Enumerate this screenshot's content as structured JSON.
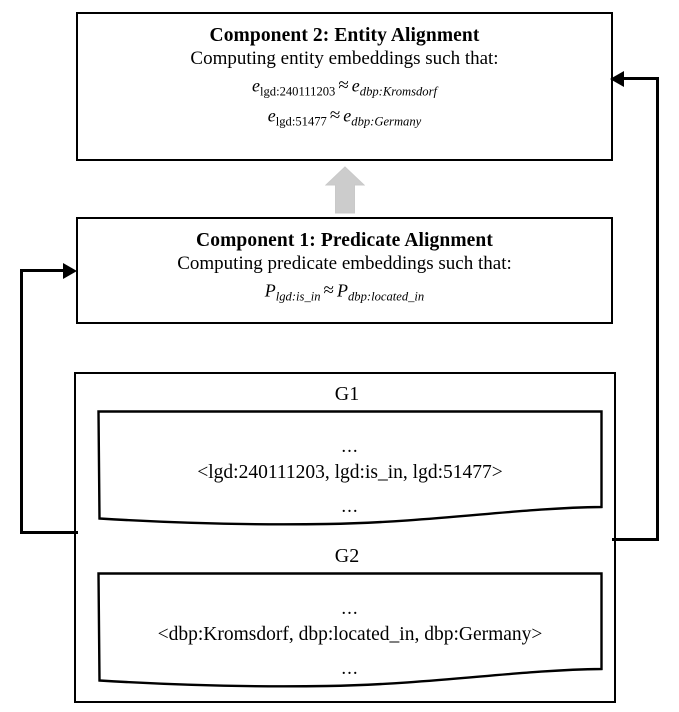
{
  "figure": {
    "type": "flow-diagram",
    "title": "Two-component knowledge graph alignment framework",
    "colors": {
      "stroke": "#000000",
      "background": "#ffffff",
      "grey_arrow_fill": "#cccccc",
      "grey_arrow_stroke": "#bfbfbf"
    }
  },
  "component2": {
    "title": "Component 2: Entity Alignment",
    "subtitle": "Computing entity embeddings such that:",
    "equations": [
      {
        "left_symbol": "e",
        "left_subscript": "lgd:240111203",
        "relation": "≈",
        "right_symbol": "e",
        "right_subscript": "dbp:Kromsdorf"
      },
      {
        "left_symbol": "e",
        "left_subscript": "lgd:51477",
        "relation": "≈",
        "right_symbol": "e",
        "right_subscript": "dbp:Germany"
      }
    ]
  },
  "component1": {
    "title": "Component 1: Predicate Alignment",
    "subtitle": "Computing predicate embeddings such that:",
    "equations": [
      {
        "left_symbol": "P",
        "left_subscript": "lgd:is_in",
        "relation": "≈",
        "right_symbol": "P",
        "right_subscript": "dbp:located_in"
      }
    ]
  },
  "graphs": [
    {
      "label": "G1",
      "ellipsis_top": "...",
      "triple": "<lgd:240111203, lgd:is_in, lgd:51477>",
      "ellipsis_bottom": "..."
    },
    {
      "label": "G2",
      "ellipsis_top": "...",
      "triple": "<dbp:Kromsdorf, dbp:located_in, dbp:Germany>",
      "ellipsis_bottom": "..."
    }
  ],
  "connectors": [
    {
      "name": "graphs-to-component1",
      "from": "graphs",
      "to": "component1",
      "side": "left",
      "arrowhead": "right"
    },
    {
      "name": "graphs-to-component2",
      "from": "graphs",
      "to": "component2",
      "side": "right",
      "arrowhead": "left"
    },
    {
      "name": "component1-to-component2",
      "from": "component1",
      "to": "component2",
      "side": "center",
      "arrowhead": "up",
      "style": "grey-block-arrow"
    }
  ]
}
